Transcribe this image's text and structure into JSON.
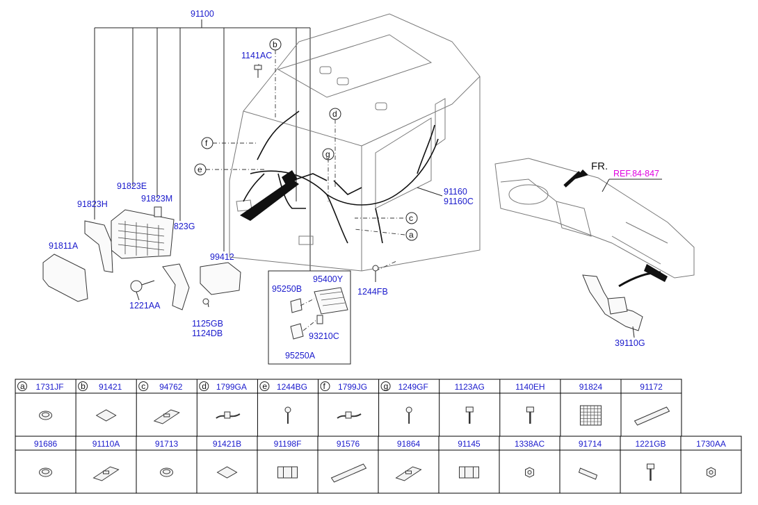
{
  "callouts": {
    "main_harness": "91100",
    "relay_box": "91823E",
    "bracket_h": "91823H",
    "relay_m": "91823M",
    "bracket_g": "91823G",
    "ecu_cover": "91811A",
    "bolt_1221": "1221AA",
    "fuse_block": "99412",
    "bolt_1125": "1125GB",
    "bolt_1124": "1124DB",
    "bolt_1141": "1141AC",
    "body_harness": "91160",
    "body_harness_c": "91160C",
    "screw_1244": "1244FB",
    "relay_95400": "95400Y",
    "relay_95250b": "95250B",
    "relay_93210": "93210C",
    "relay_95250a": "95250A",
    "front_label": "FR.",
    "ref_label": "REF.84-847",
    "dash_harness": "39110G"
  },
  "circle_letters": {
    "a": "a",
    "b": "b",
    "d": "d",
    "e": "e",
    "f": "f",
    "g": "g",
    "c": "c"
  },
  "table": {
    "row1": [
      {
        "letter": "a",
        "code": "1731JF",
        "icon": "grommet-icon"
      },
      {
        "letter": "b",
        "code": "91421",
        "icon": "pad-icon"
      },
      {
        "letter": "c",
        "code": "94762",
        "icon": "bracket-icon"
      },
      {
        "letter": "d",
        "code": "1799GA",
        "icon": "cable-tie-icon"
      },
      {
        "letter": "e",
        "code": "1244BG",
        "icon": "screw-icon"
      },
      {
        "letter": "f",
        "code": "1799JG",
        "icon": "cable-tie-icon"
      },
      {
        "letter": "g",
        "code": "1249GF",
        "icon": "screw-icon"
      },
      {
        "letter": "",
        "code": "1123AG",
        "icon": "bolt-icon"
      },
      {
        "letter": "",
        "code": "1140EH",
        "icon": "bolt-icon"
      },
      {
        "letter": "",
        "code": "91824",
        "icon": "mesh-icon"
      },
      {
        "letter": "",
        "code": "91172",
        "icon": "protector-icon"
      }
    ],
    "row2": [
      {
        "code": "91686",
        "icon": "grommet-icon"
      },
      {
        "code": "91110A",
        "icon": "bracket-icon"
      },
      {
        "code": "91713",
        "icon": "grommet-icon"
      },
      {
        "code": "91421B",
        "icon": "pad-icon"
      },
      {
        "code": "91198F",
        "icon": "connector-icon"
      },
      {
        "code": "91576",
        "icon": "protector-icon"
      },
      {
        "code": "91864",
        "icon": "bracket-icon"
      },
      {
        "code": "91145",
        "icon": "connector-icon"
      },
      {
        "code": "1338AC",
        "icon": "nut-icon"
      },
      {
        "code": "91714",
        "icon": "pin-icon"
      },
      {
        "code": "1221GB",
        "icon": "bolt-icon"
      },
      {
        "code": "1730AA",
        "icon": "nut-icon"
      }
    ]
  }
}
